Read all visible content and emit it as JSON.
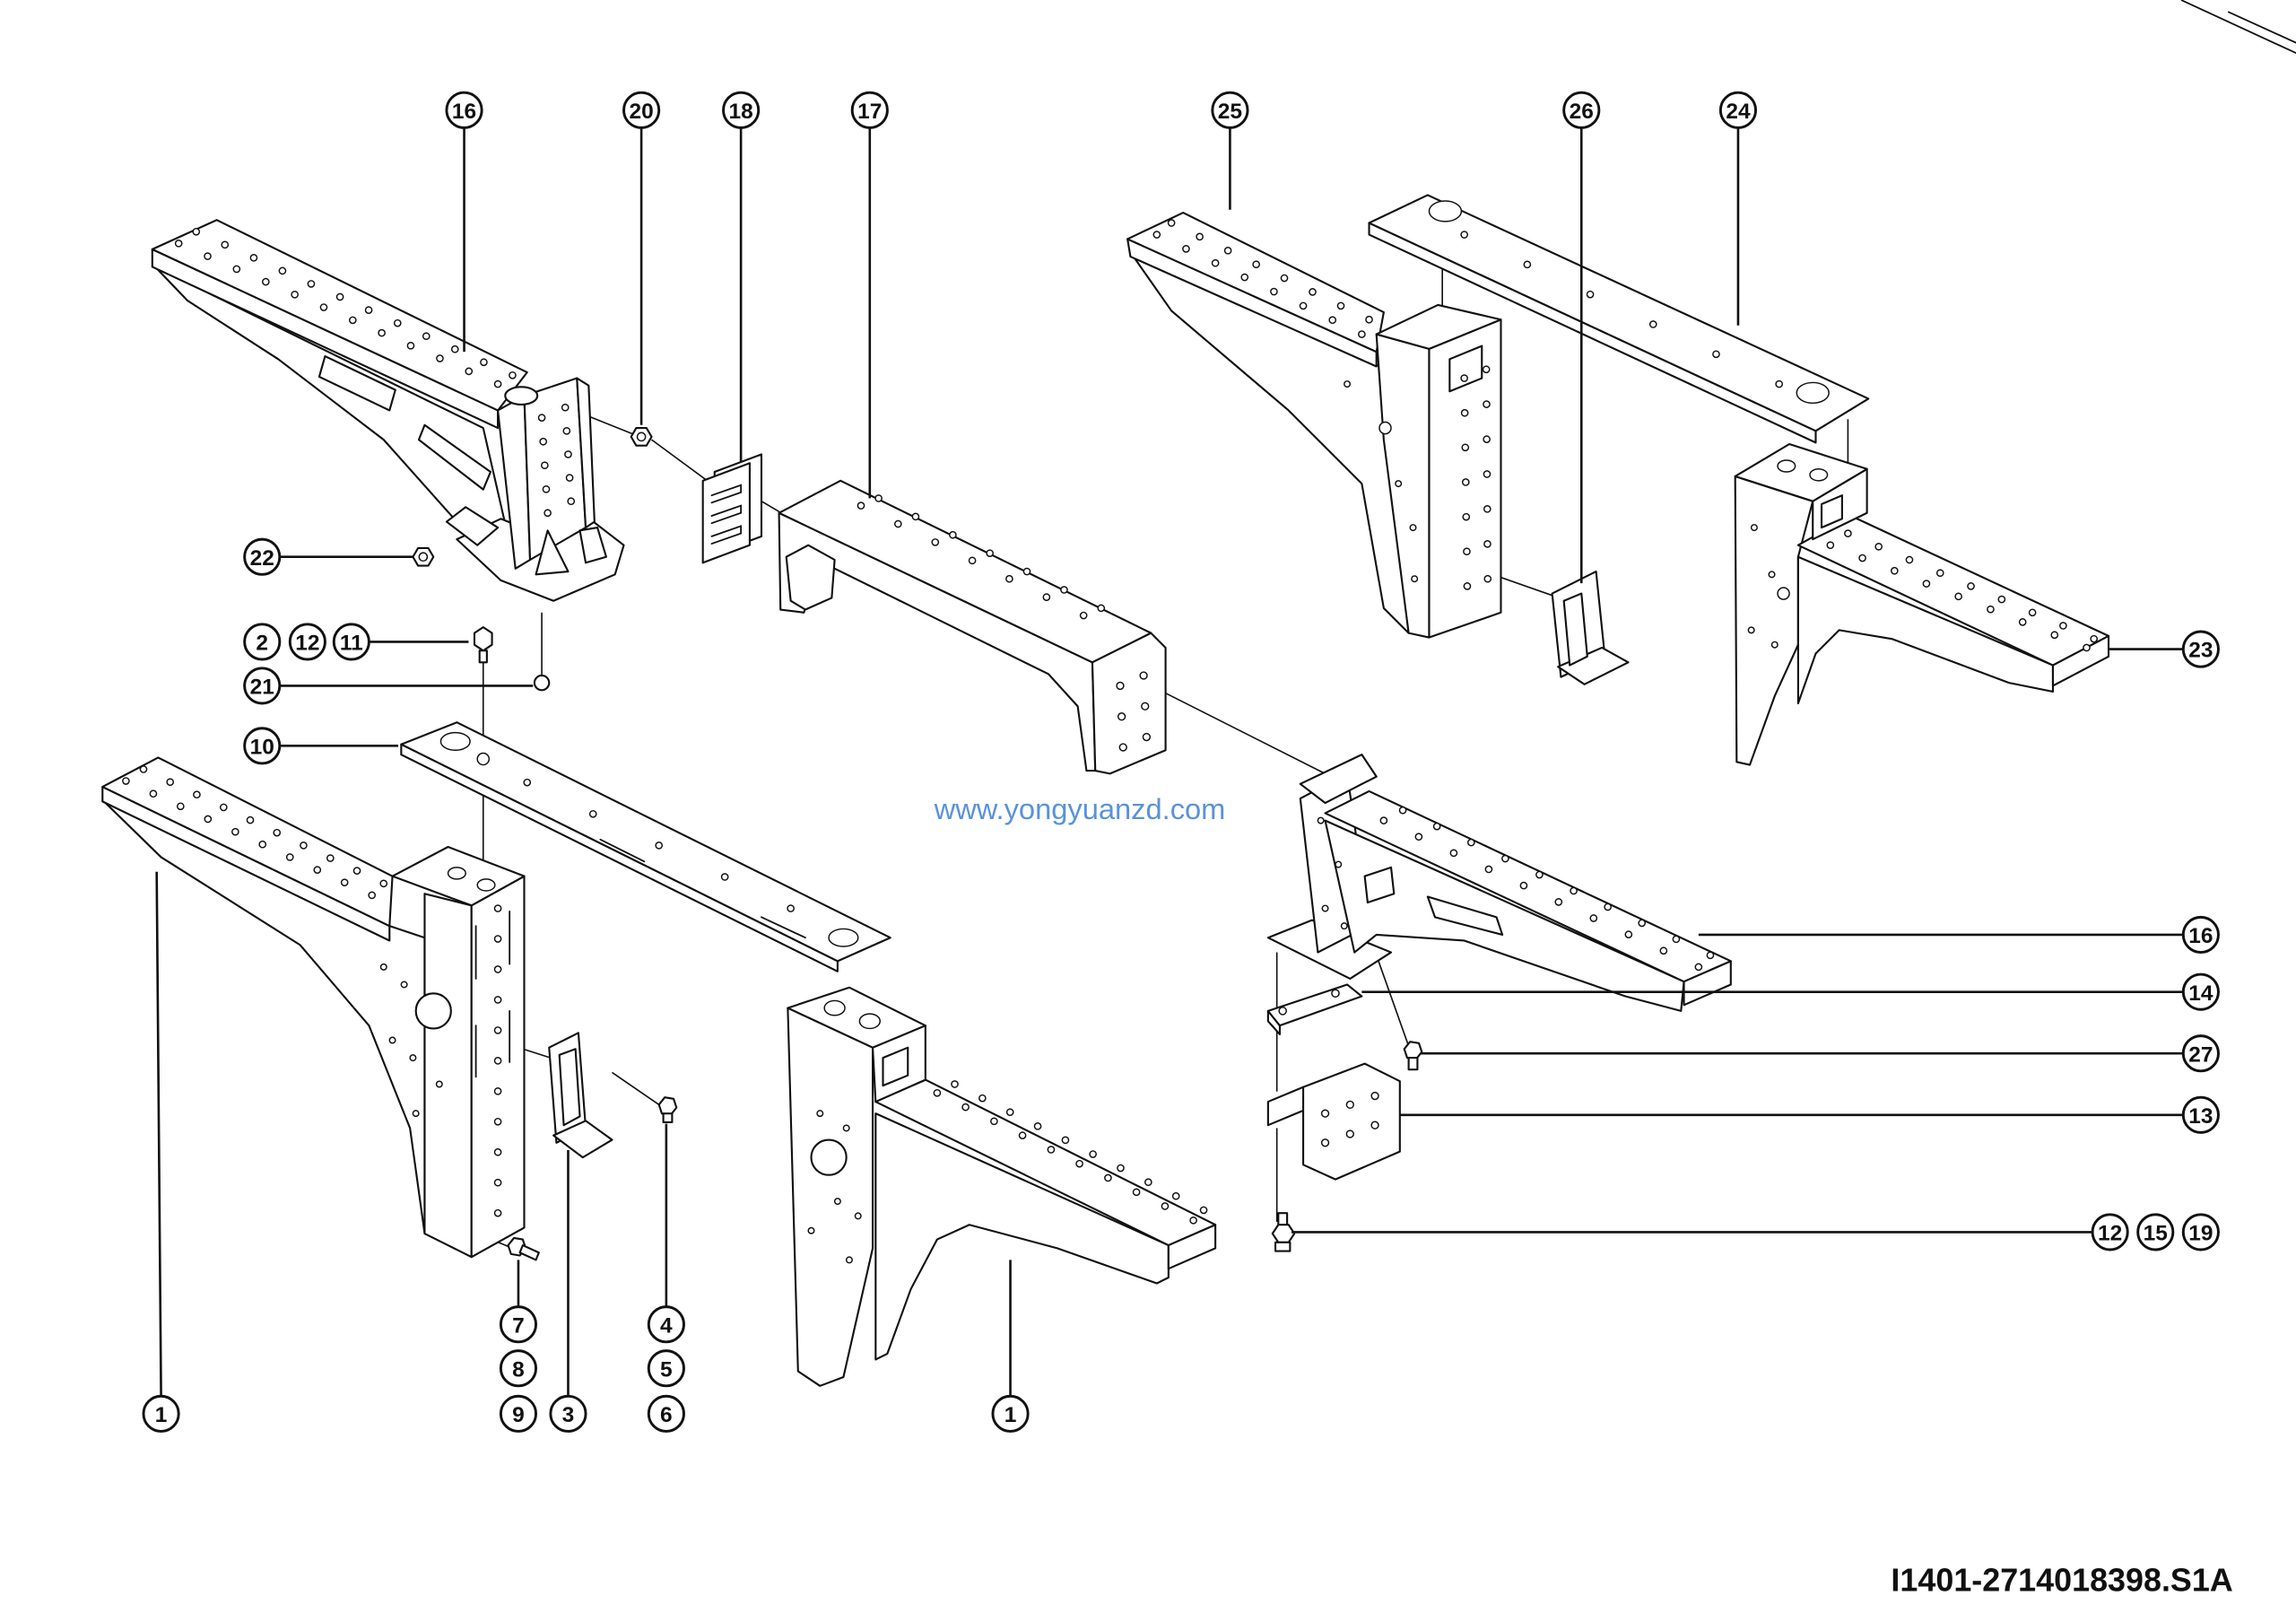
{
  "drawing_number": "I1401-2714018398.S1A",
  "watermark": "www.yongyuanzd.com",
  "callouts": {
    "top": [
      "16",
      "20",
      "18",
      "17",
      "25",
      "26",
      "24"
    ],
    "left": [
      "22",
      "2",
      "12",
      "11",
      "21",
      "10"
    ],
    "right": [
      "23",
      "16",
      "14",
      "27",
      "13",
      "12",
      "15",
      "19"
    ],
    "bottom": [
      "7",
      "8",
      "9",
      "3",
      "4",
      "5",
      "6",
      "1",
      "1"
    ]
  }
}
